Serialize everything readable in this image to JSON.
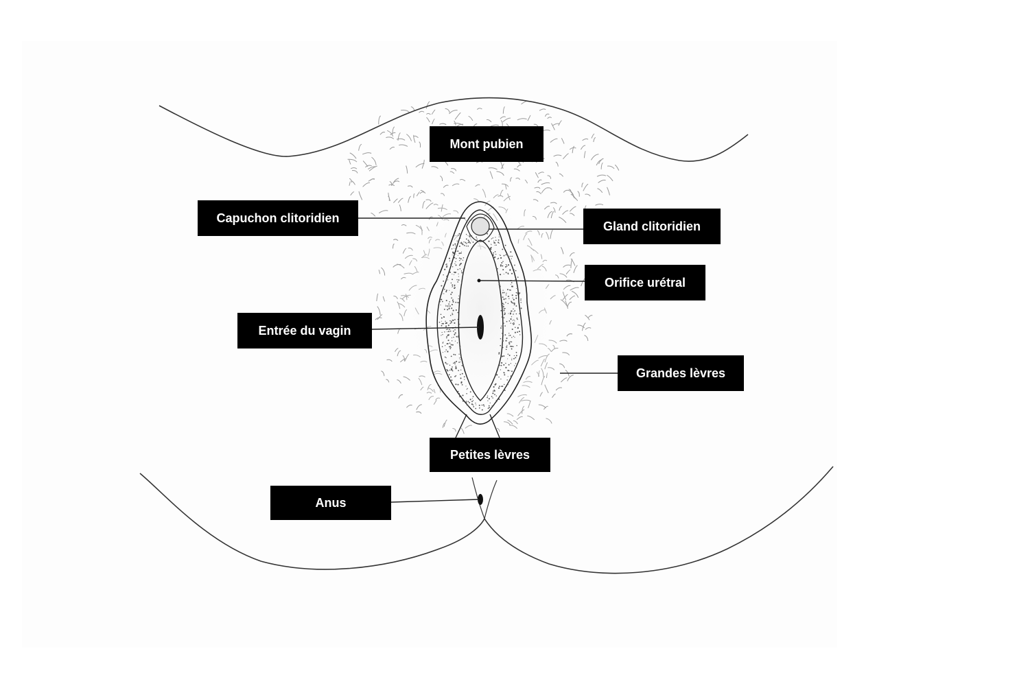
{
  "diagram": {
    "labels": {
      "mont_pubien": "Mont pubien",
      "capuchon_clitoridien": "Capuchon clitoridien",
      "gland_clitoridien": "Gland clitoridien",
      "orifice_uretral": "Orifice urétral",
      "entree_du_vagin": "Entrée du vagin",
      "grandes_levres": "Grandes lèvres",
      "petites_levres": "Petites lèvres",
      "anus": "Anus"
    },
    "colors": {
      "label_background": "#000000",
      "label_text": "#ffffff",
      "line": "#222222",
      "stipple": "#555555"
    }
  }
}
